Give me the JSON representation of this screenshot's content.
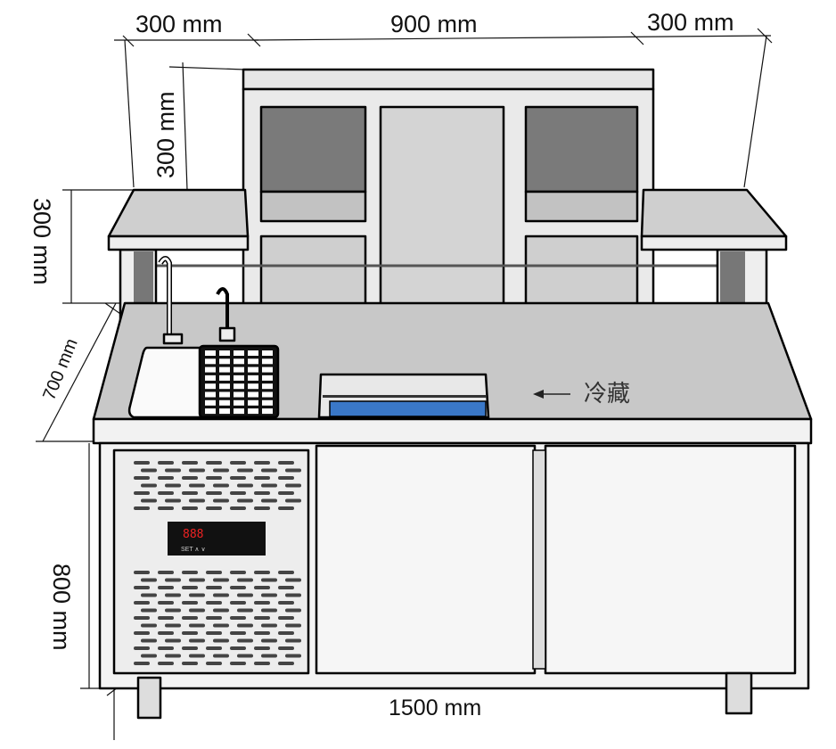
{
  "dimensions": {
    "top_left_width": "300 mm",
    "top_center_width": "900 mm",
    "top_right_width": "300 mm",
    "upper_shelf_height": "300 mm",
    "side_shelf_height": "300 mm",
    "depth": "700 mm",
    "height": "800 mm",
    "length": "1500 mm"
  },
  "annotation": {
    "refrigerated_label": "冷藏"
  },
  "control_panel": {
    "display": "888"
  },
  "colors": {
    "surface": "#c8c8c8",
    "side": "#8a8a8a",
    "ice": "#3a78c8",
    "panel": "#111111"
  }
}
